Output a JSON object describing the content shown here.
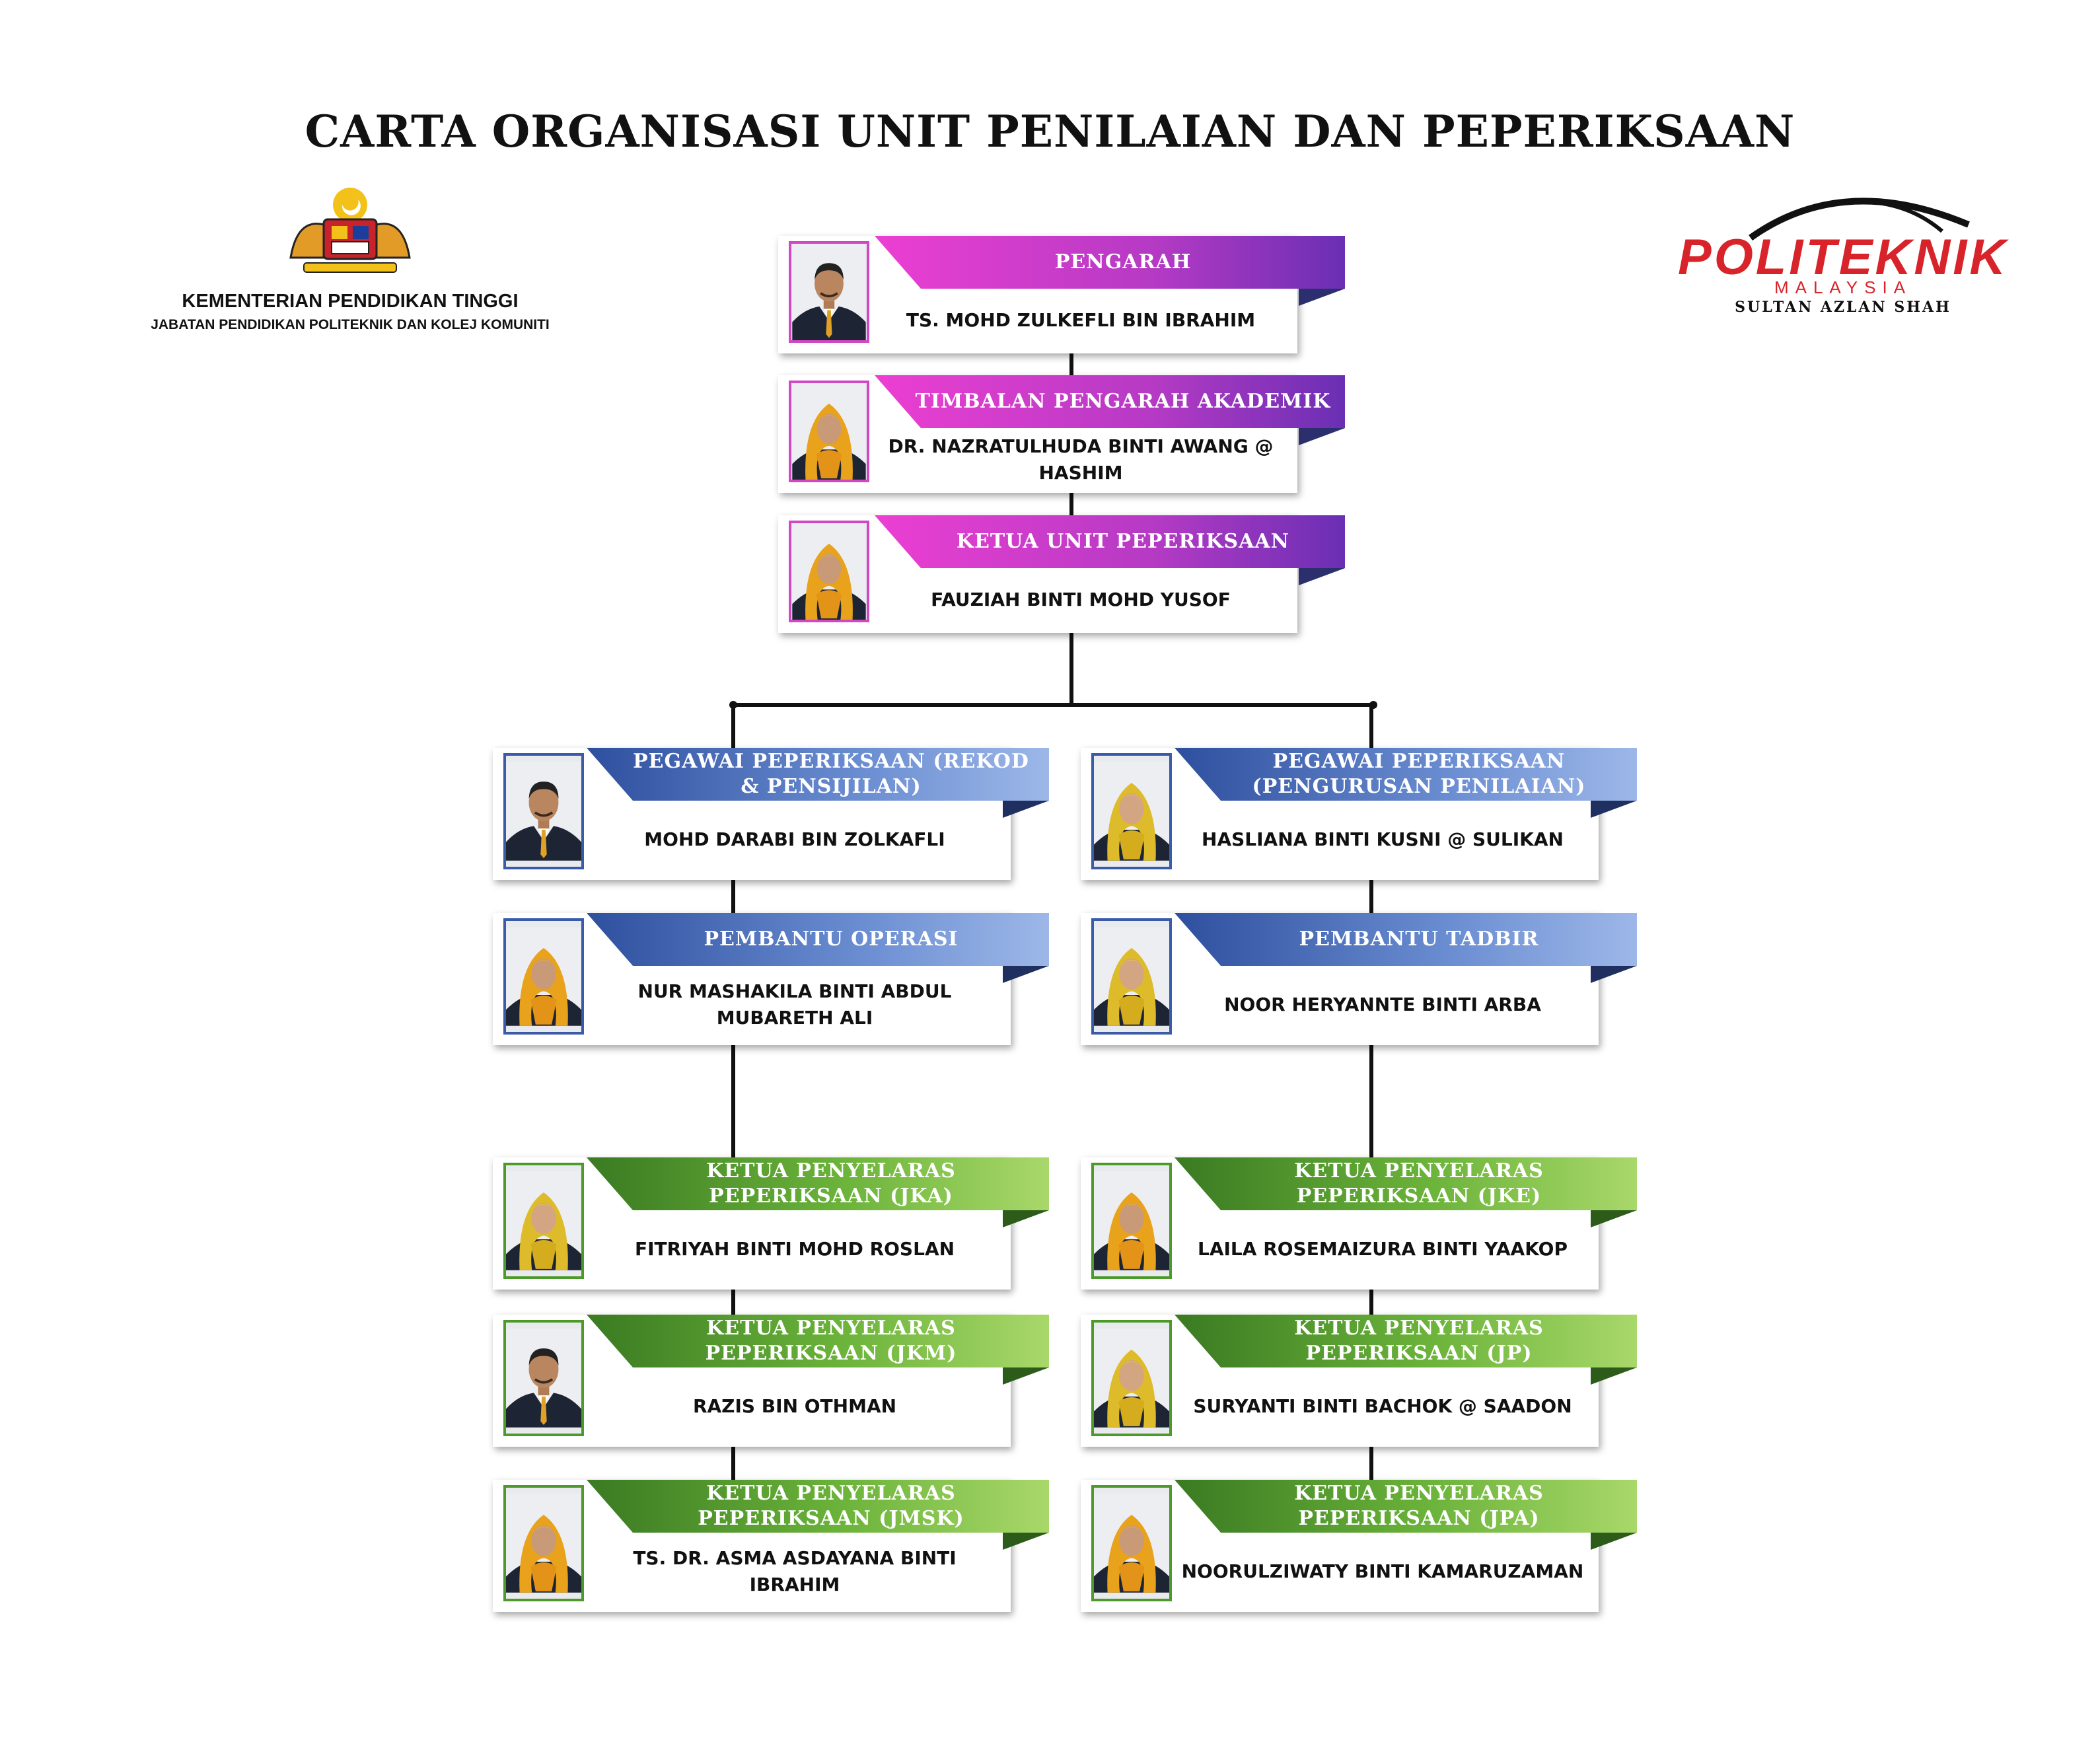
{
  "title": "CARTA ORGANISASI UNIT PENILAIAN DAN PEPERIKSAAN",
  "ministry": {
    "name": "KEMENTERIAN PENDIDIKAN TINGGI",
    "department": "JABATAN PENDIDIKAN POLITEKNIK DAN KOLEJ KOMUNITI"
  },
  "logo": {
    "word": "POLITEKNIK",
    "country": "MALAYSIA",
    "campus": "SULTAN AZLAN SHAH"
  },
  "colors": {
    "pink_accent": "#d148c4",
    "blue_accent": "#3a5ba8",
    "green_accent": "#4c9a2a",
    "logo_red": "#d8232a"
  },
  "top": [
    {
      "role": "PENGARAH",
      "name": "TS. MOHD ZULKEFLI BIN IBRAHIM",
      "portrait": "man-suit",
      "theme": "pink"
    },
    {
      "role": "TIMBALAN PENGARAH AKADEMIK",
      "name": "DR. NAZRATULHUDA BINTI AWANG @ HASHIM",
      "portrait": "woman-orange-hijab",
      "theme": "pink"
    },
    {
      "role": "KETUA UNIT PEPERIKSAAN",
      "name": "FAUZIAH BINTI MOHD YUSOF",
      "portrait": "woman-orange-hijab",
      "theme": "pink"
    }
  ],
  "left": [
    {
      "role": "PEGAWAI PEPERIKSAAN (REKOD & PENSIJILAN)",
      "name": "MOHD DARABI BIN ZOLKAFLI",
      "portrait": "man-suit",
      "theme": "blue"
    },
    {
      "role": "PEMBANTU OPERASI",
      "name": "NUR MASHAKILA BINTI ABDUL MUBARETH ALI",
      "portrait": "woman-orange-hijab",
      "theme": "blue"
    },
    {
      "role": "KETUA PENYELARAS PEPERIKSAAN (JKA)",
      "name": "FITRIYAH BINTI MOHD ROSLAN",
      "portrait": "woman-yellow-hijab",
      "theme": "green"
    },
    {
      "role": "KETUA PENYELARAS PEPERIKSAAN (JKM)",
      "name": "RAZIS BIN OTHMAN",
      "portrait": "man-suit",
      "theme": "green"
    },
    {
      "role": "KETUA PENYELARAS PEPERIKSAAN (JMSK)",
      "name": "TS. DR. ASMA ASDAYANA BINTI IBRAHIM",
      "portrait": "woman-orange-hijab",
      "theme": "green"
    }
  ],
  "right": [
    {
      "role": "PEGAWAI PEPERIKSAAN (PENGURUSAN PENILAIAN)",
      "name": "HASLIANA BINTI KUSNI @ SULIKAN",
      "portrait": "woman-yellow-hijab",
      "theme": "blue"
    },
    {
      "role": "PEMBANTU TADBIR",
      "name": "NOOR HERYANNTE BINTI ARBA",
      "portrait": "woman-yellow-hijab",
      "theme": "blue"
    },
    {
      "role": "KETUA PENYELARAS PEPERIKSAAN (JKE)",
      "name": "LAILA ROSEMAIZURA BINTI YAAKOP",
      "portrait": "woman-orange-hijab",
      "theme": "green"
    },
    {
      "role": "KETUA PENYELARAS PEPERIKSAAN (JP)",
      "name": "SURYANTI BINTI BACHOK @ SAADON",
      "portrait": "woman-yellow-hijab",
      "theme": "green"
    },
    {
      "role": "KETUA PENYELARAS PEPERIKSAAN (JPA)",
      "name": "NOORULZIWATY BINTI KAMARUZAMAN",
      "portrait": "woman-orange-hijab",
      "theme": "green"
    }
  ]
}
